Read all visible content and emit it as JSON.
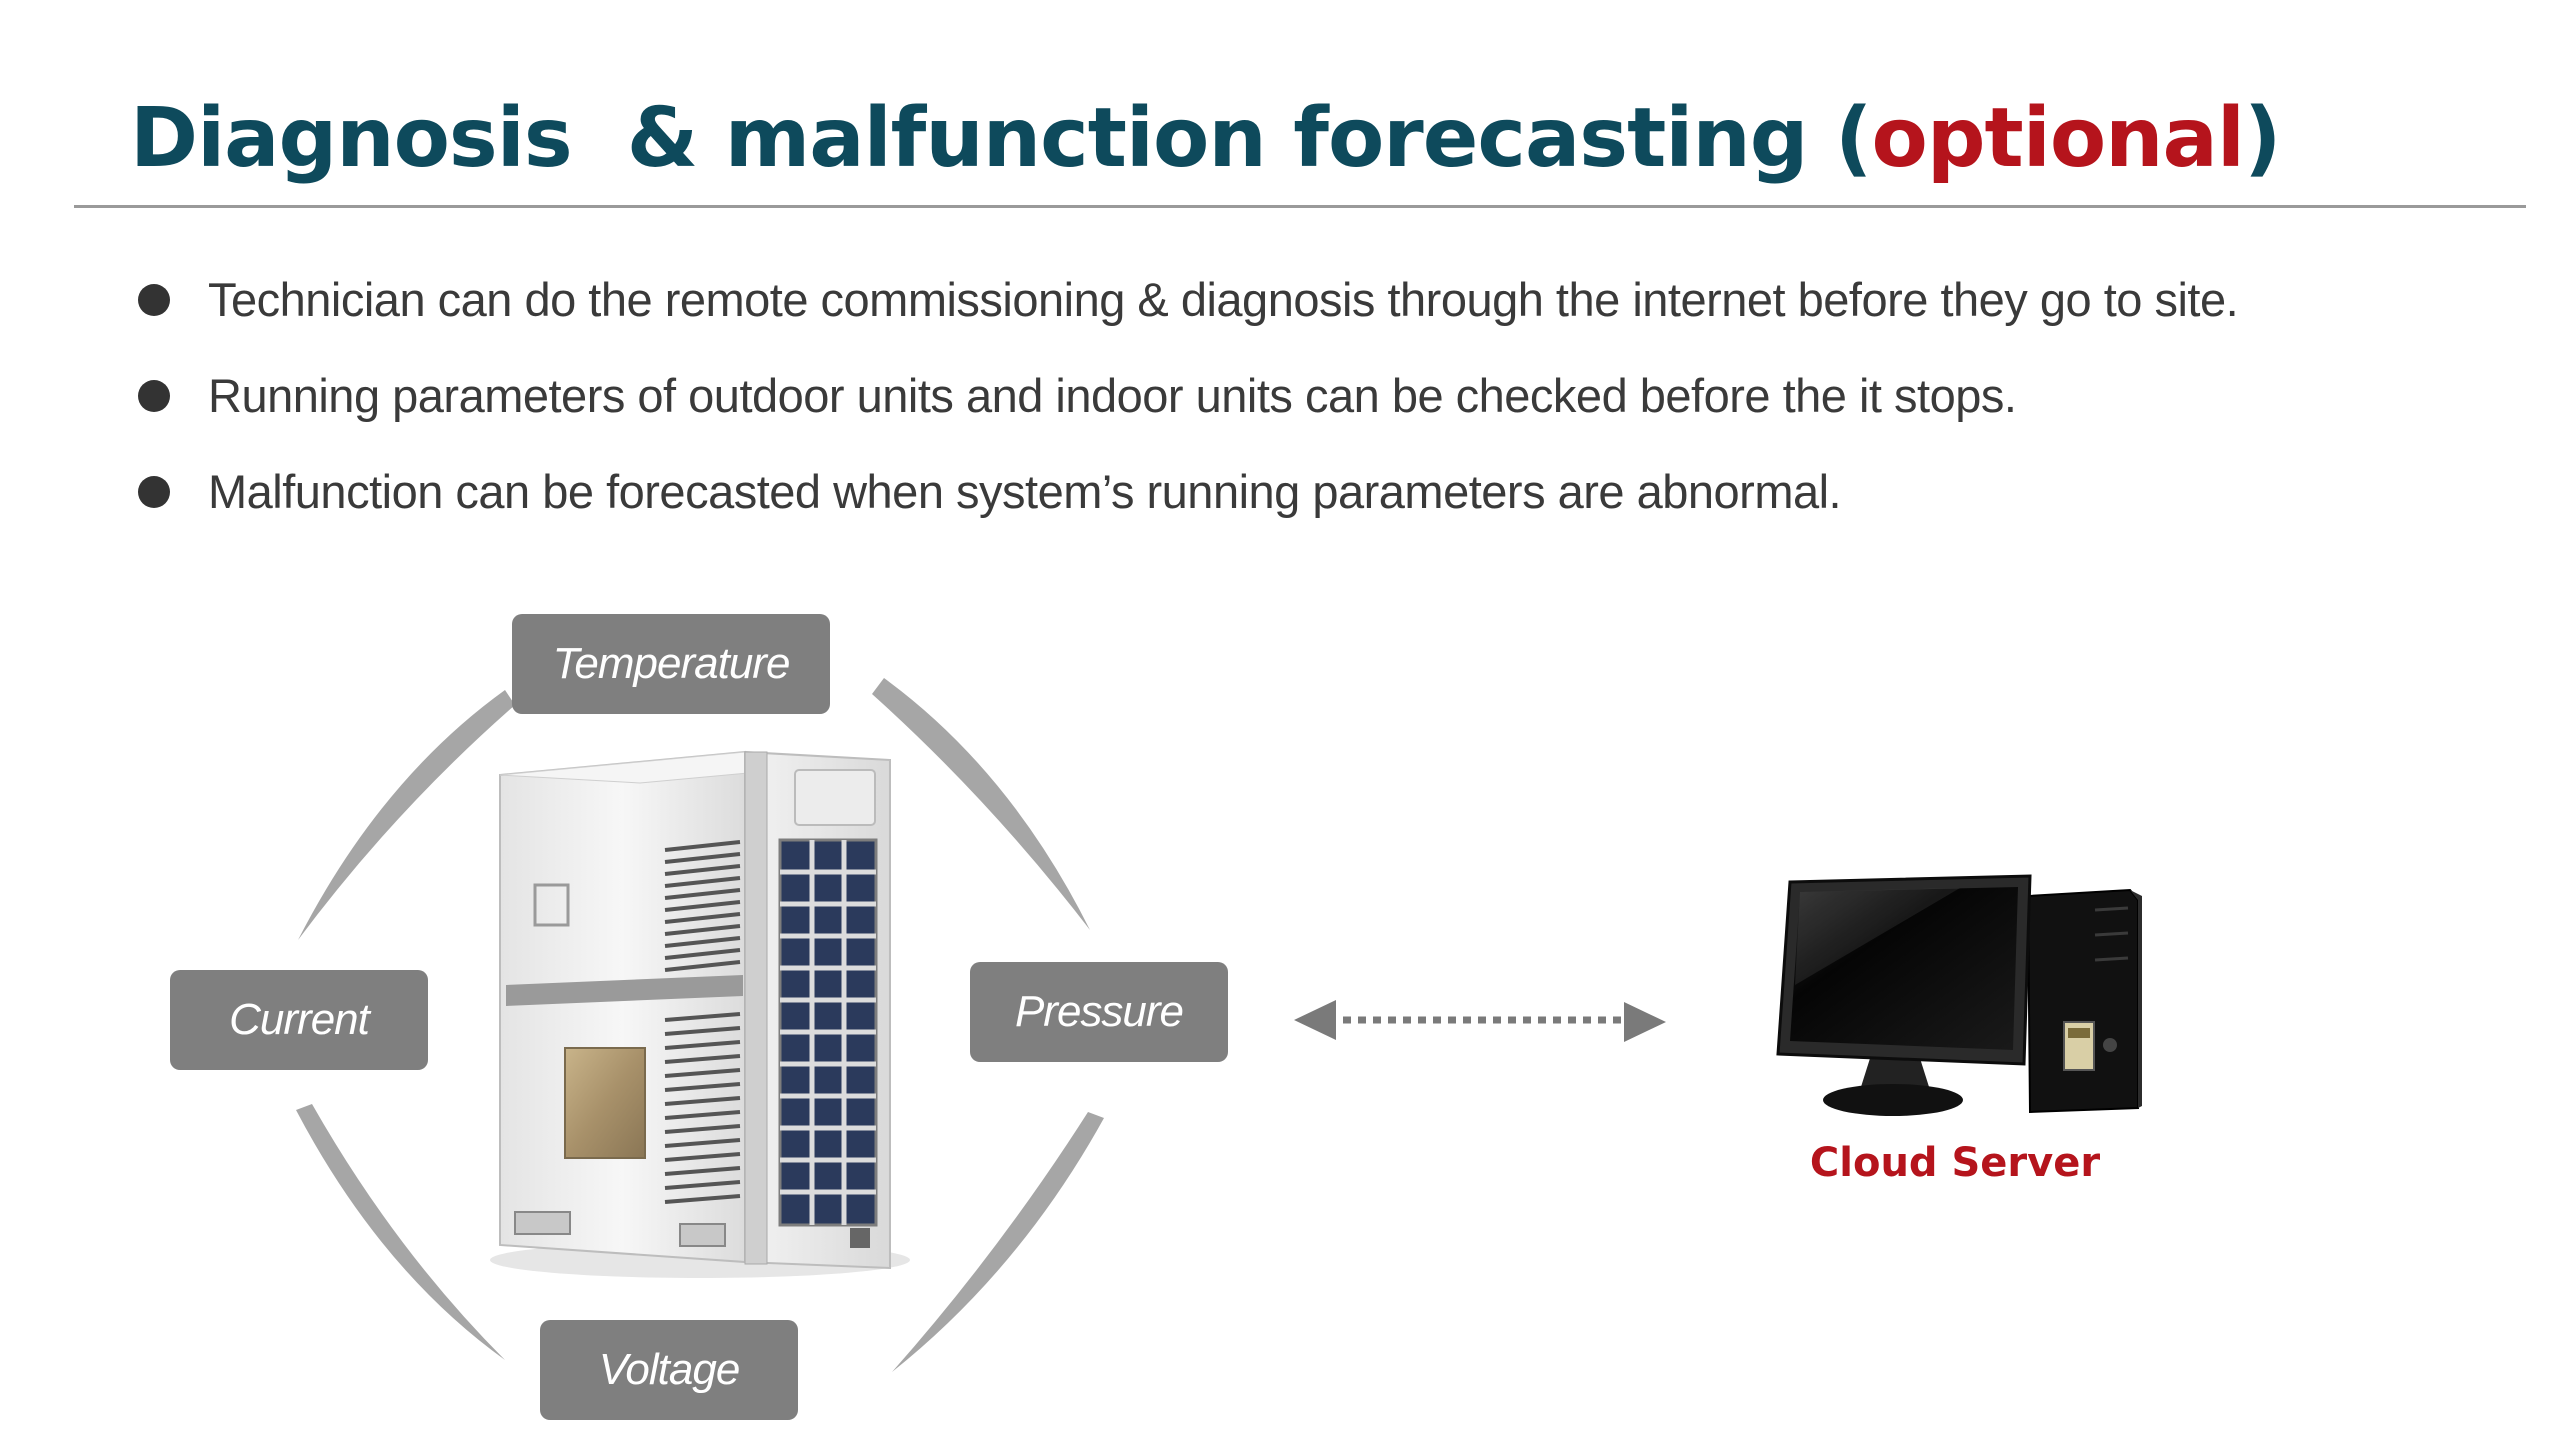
{
  "title": {
    "main": "Diagnosis  & malfunction forecasting (",
    "accent": "optional",
    "close": ")"
  },
  "bullets": [
    "Technician can do the remote commissioning & diagnosis through the internet before they go to site.",
    "Running parameters of outdoor units and indoor units can be checked before the it stops.",
    "Malfunction can be forecasted when system’s running parameters are abnormal."
  ],
  "parameters": {
    "temperature": "Temperature",
    "current": "Current",
    "pressure": "Pressure",
    "voltage": "Voltage"
  },
  "server": {
    "label": "Cloud Server"
  },
  "colors": {
    "title": "#0e4a5c",
    "accent": "#b5141c",
    "pill": "#7f7f7f",
    "arc": "#a6a6a6"
  },
  "icons": {
    "outdoor_unit": "outdoor-unit-image",
    "server": "desktop-computer-image",
    "link": "dotted-double-arrow"
  }
}
